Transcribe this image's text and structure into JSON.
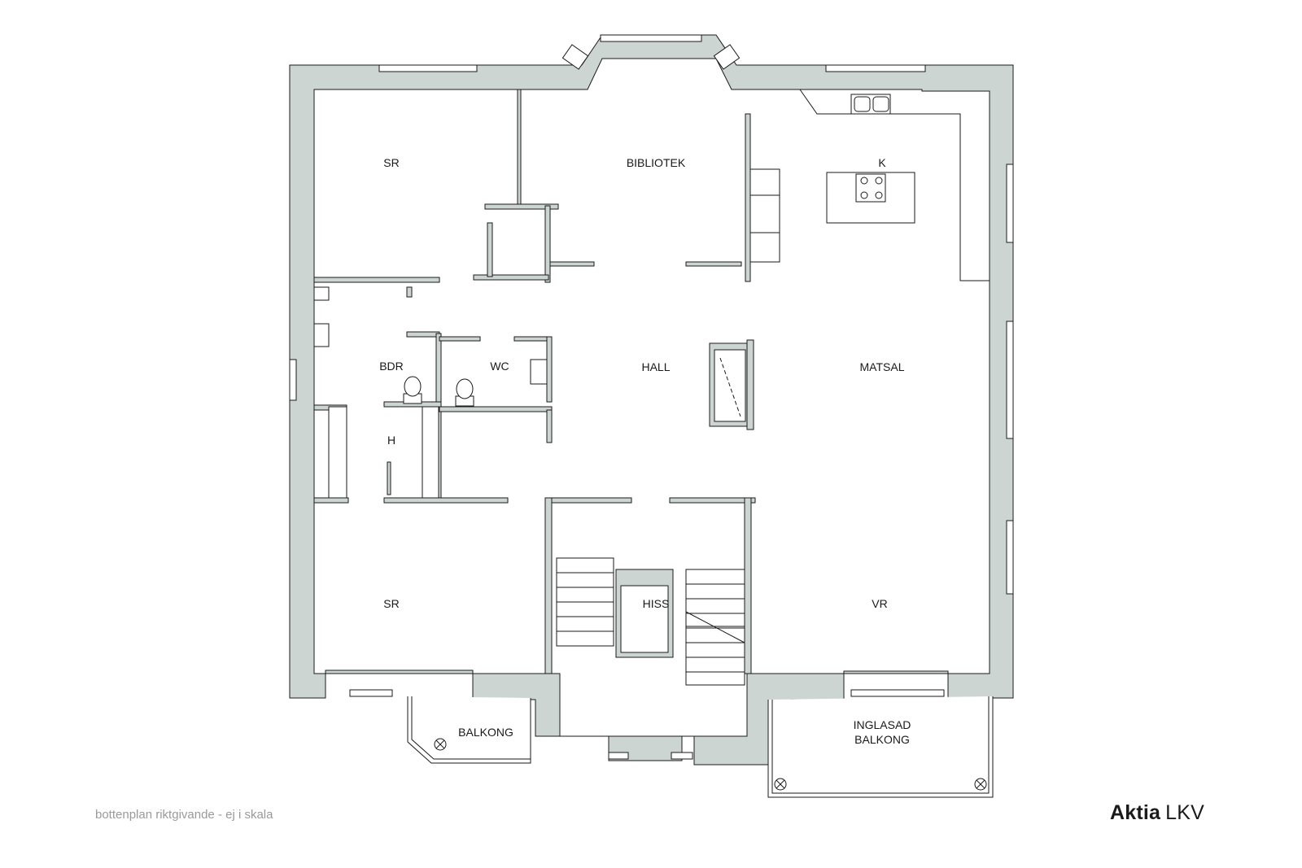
{
  "plan": {
    "wall_color": "#cdd5d2",
    "line_color": "#1a1a1a",
    "rooms": {
      "sr_top": "SR",
      "bibliotek": "BIBLIOTEK",
      "kitchen": "K",
      "bdr": "BDR",
      "wc": "WC",
      "hall": "HALL",
      "matsal": "MATSAL",
      "h": "H",
      "sr_bottom": "SR",
      "hiss": "HISS",
      "vr": "VR",
      "balkong": "BALKONG",
      "inglasad_1": "INGLASAD",
      "inglasad_2": "BALKONG"
    }
  },
  "footer": {
    "caption": "bottenplan riktgivande - ej i skala",
    "brand_bold": "Aktia",
    "brand_light": "LKV"
  }
}
